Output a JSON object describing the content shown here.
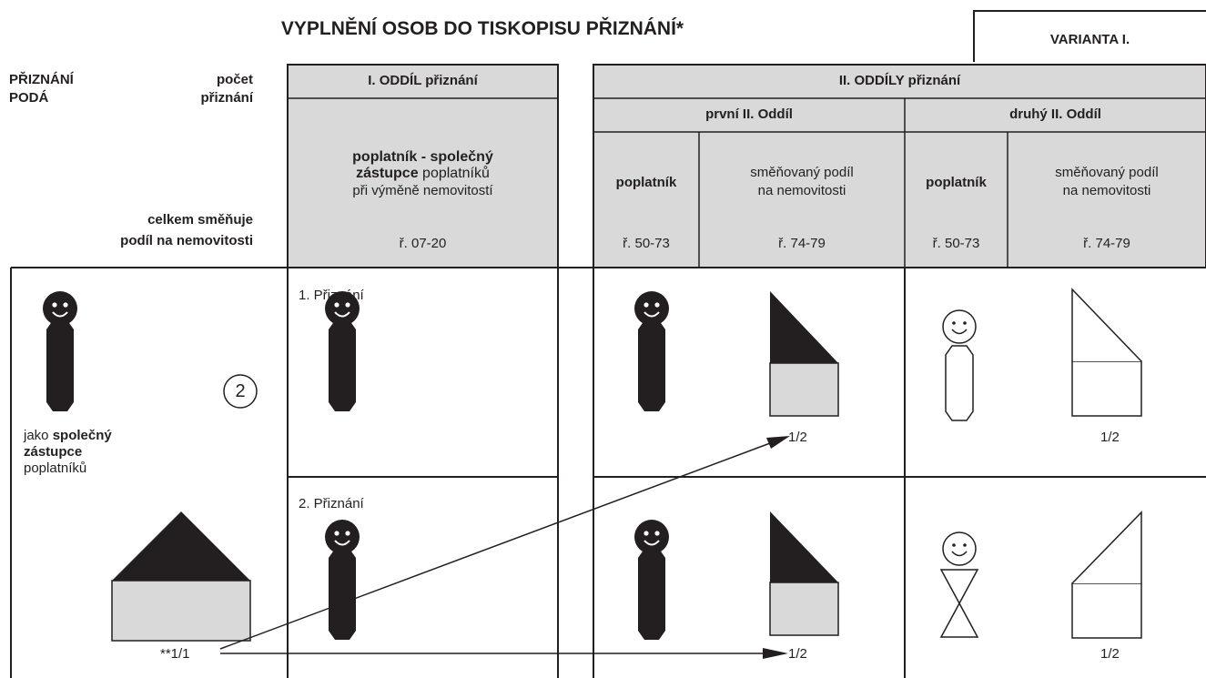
{
  "title": "VYPLNĚNÍ OSOB DO TISKOPISU PŘIZNÁNÍ*",
  "variant": "VARIANTA I.",
  "left_header": {
    "line1_a": "PŘIZNÁNÍ",
    "line1_b": "počet",
    "line2_a": "PODÁ",
    "line2_b": "přiznání",
    "line3": "celkem směňuje",
    "line4": "podíl na nemovitosti"
  },
  "section1": {
    "title": "I. ODDÍL přiznání",
    "desc_bold1": "poplatník - společný",
    "desc_bold2": "zástupce",
    "desc_normal2": " poplatníků",
    "desc_line3": "při výměně nemovitostí",
    "rows": "ř. 07-20"
  },
  "section2": {
    "title": "II. ODDÍLY přiznání",
    "first": "první II. Oddíl",
    "second": "druhý II. Oddíl",
    "payer": "poplatník",
    "share_line1": "směňovaný podíl",
    "share_line2": "na nemovitosti",
    "payer_rows": "ř. 50-73",
    "share_rows": "ř. 74-79"
  },
  "left_body": {
    "count": "2",
    "role_plain": "jako ",
    "role_bold1": "společný",
    "role_bold2": "zástupce",
    "role_line3": "poplatníků",
    "share": "**1/1"
  },
  "declarations": [
    "1. Přiznání",
    "2. Přiznání"
  ],
  "fraction": "1/2",
  "colors": {
    "ink": "#231f20",
    "header_fill": "#d9d9d9",
    "house_wall": "#d9d9d9"
  }
}
